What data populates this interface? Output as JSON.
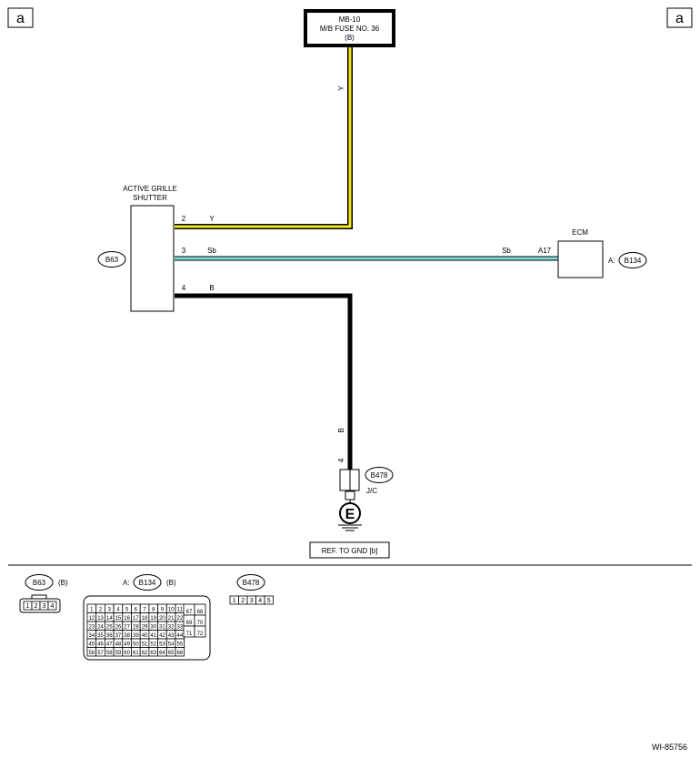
{
  "corner_marks": {
    "left": "a",
    "right": "a"
  },
  "fuse": {
    "line1": "MB-10",
    "line2": "M/B FUSE NO. 36",
    "line3": "(B)"
  },
  "wire_colors": {
    "Y": "#f5ea1a",
    "Sb": "#7fdcdc",
    "B": "#000000"
  },
  "wire_labels": {
    "fuse_wire": "Y",
    "ground_wire": "B",
    "ground_pin": "4"
  },
  "active_grille": {
    "name_line1": "ACTIVE GRILLE",
    "name_line2": "SHUTTER",
    "connector": "B63",
    "pins": [
      {
        "pin": "2",
        "color": "Y"
      },
      {
        "pin": "3",
        "color": "Sb"
      },
      {
        "pin": "4",
        "color": "B"
      }
    ]
  },
  "ecm": {
    "name": "ECM",
    "connector_prefix": "A:",
    "connector": "B134",
    "pin": "A17",
    "wire_color": "Sb"
  },
  "joint": {
    "connector": "B478",
    "label": "J/C",
    "ground_symbol": "E"
  },
  "ref_box": "REF. TO GND [b]",
  "connector_views": {
    "b63": {
      "id": "B63",
      "note": "(B)",
      "pins": [
        "1",
        "2",
        "3",
        "4"
      ]
    },
    "b134": {
      "prefix": "A:",
      "id": "B134",
      "note": "(B)",
      "main_rows": [
        [
          "1",
          "2",
          "3",
          "4",
          "5",
          "6",
          "7",
          "8",
          "9",
          "10",
          "11"
        ],
        [
          "12",
          "13",
          "14",
          "15",
          "16",
          "17",
          "18",
          "19",
          "20",
          "21",
          "22"
        ],
        [
          "23",
          "24",
          "25",
          "26",
          "27",
          "28",
          "29",
          "30",
          "31",
          "32",
          "33"
        ],
        [
          "34",
          "35",
          "36",
          "37",
          "38",
          "39",
          "40",
          "41",
          "42",
          "43",
          "44"
        ],
        [
          "45",
          "46",
          "47",
          "48",
          "49",
          "50",
          "51",
          "52",
          "53",
          "54",
          "55"
        ],
        [
          "56",
          "57",
          "58",
          "59",
          "60",
          "61",
          "62",
          "63",
          "64",
          "65",
          "66"
        ]
      ],
      "side_rows": [
        [
          "67",
          "68"
        ],
        [
          "69",
          "70"
        ],
        [
          "71",
          "72"
        ]
      ]
    },
    "b478": {
      "id": "B478",
      "pins": [
        "1",
        "2",
        "3",
        "4",
        "5"
      ]
    }
  },
  "footer_code": "WI-85756"
}
